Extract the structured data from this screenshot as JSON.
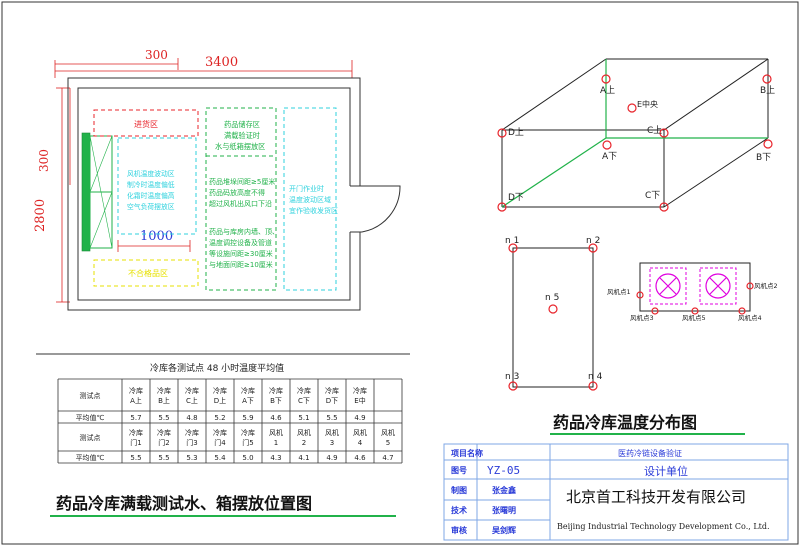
{
  "floorplan": {
    "dim_300_top": "300",
    "dim_3400": "3400",
    "dim_300_left": "300",
    "dim_2800": "2800",
    "dim_1000": "1000",
    "zone_receiving": "进货区",
    "zone_storage": [
      "药品储存区",
      "满载验证时",
      "水与纸箱摆放区"
    ],
    "zone_air_loss": [
      "风机温度波动区",
      "制冷时温度偏低",
      "化霜时温度偏高",
      "空气负荷摆放区"
    ],
    "zone_rules_1": [
      "药品堆垛间距≥5厘米",
      "药品码放高度不得",
      "超过风机出风口下沿"
    ],
    "zone_rules_2": [
      "药品与库房内墙、顶、",
      "温度调控设备及管道",
      "等设施间距≥30厘米",
      "与地面间距≥10厘米"
    ],
    "zone_door": [
      "开门作业时",
      "温度波动区域",
      "宜作验收发货区"
    ],
    "zone_unqualified": "不合格品区"
  },
  "box3d": {
    "labels": [
      "A上",
      "B上",
      "C上",
      "D上",
      "A下",
      "B下",
      "C下",
      "D下",
      "E中央"
    ]
  },
  "plan2d": {
    "labels": [
      "n 1",
      "n 2",
      "n 3",
      "n 4",
      "n 5"
    ]
  },
  "unit": {
    "labels": [
      "风机点1",
      "风机点2",
      "风机点3",
      "风机点5",
      "风机点4"
    ]
  },
  "dist_title": "药品冷库温度分布图",
  "table": {
    "caption": "冷库各测试点 48 小时温度平均值",
    "row1_header": "测试点",
    "row1": [
      "冷库A上",
      "冷库B上",
      "冷库C上",
      "冷库D上",
      "冷库A下",
      "冷库B下",
      "冷库C下",
      "冷库D下",
      "冷库E中",
      ""
    ],
    "row2_header": "平均值℃",
    "row2": [
      "5.7",
      "5.5",
      "4.8",
      "5.2",
      "5.9",
      "4.6",
      "5.1",
      "5.5",
      "4.9",
      ""
    ],
    "row3_header": "测试点",
    "row3": [
      "冷库门1",
      "冷库门2",
      "冷库门3",
      "冷库门4",
      "冷库门5",
      "风机1",
      "风机2",
      "风机3",
      "风机4",
      "风机5"
    ],
    "row4_header": "平均值℃",
    "row4": [
      "5.5",
      "5.5",
      "5.3",
      "5.4",
      "5.0",
      "4.3",
      "4.1",
      "4.9",
      "4.6",
      "4.7"
    ]
  },
  "main_title": "药品冷库满载测试水、箱摆放位置图",
  "titleblock": {
    "project_label": "项目名称",
    "project_value": "医药冷链设备验证",
    "drawing_no_label": "图号",
    "drawing_no_value": "YZ-05",
    "design_unit_label": "设计单位",
    "drawn_label": "制图",
    "drawn_value": "张金鑫",
    "tech_label": "技术",
    "tech_value": "张曙明",
    "review_label": "审核",
    "review_value": "吴剑辉",
    "company_cn": "北京首工科技开发有限公司",
    "company_en": "Beijing Industrial Technology Development Co., Ltd."
  },
  "colors": {
    "green": "#21b24a",
    "yellow": "#e7e100",
    "red": "#e8242b",
    "cyan": "#2fd2de",
    "blue": "#2a3bd8",
    "magenta": "#e000e0",
    "dim_red": "#d22",
    "black": "#222"
  }
}
